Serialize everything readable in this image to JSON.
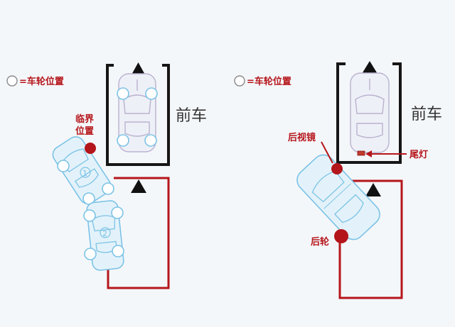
{
  "left_panel": {
    "legend_text": "=车轮位置",
    "front_car_label": "前车",
    "critical_label_line1": "临界",
    "critical_label_line2": "位置",
    "car_1_number": "1",
    "car_2_number": "2"
  },
  "right_panel": {
    "legend_text": "=车轮位置",
    "front_car_label": "前车",
    "mirror_label": "后视镜",
    "taillight_label": "尾灯",
    "rear_wheel_label": "后轮"
  },
  "colors": {
    "slot_black": "#161616",
    "slot_red": "#b5161b",
    "marker_red": "#b3151a",
    "car_blue": "#7cc3e6",
    "car_fill": "#e3f2fa",
    "front_car_outline": "#b9b2cf",
    "text_dark": "#333333",
    "text_red": "#b5161b"
  }
}
